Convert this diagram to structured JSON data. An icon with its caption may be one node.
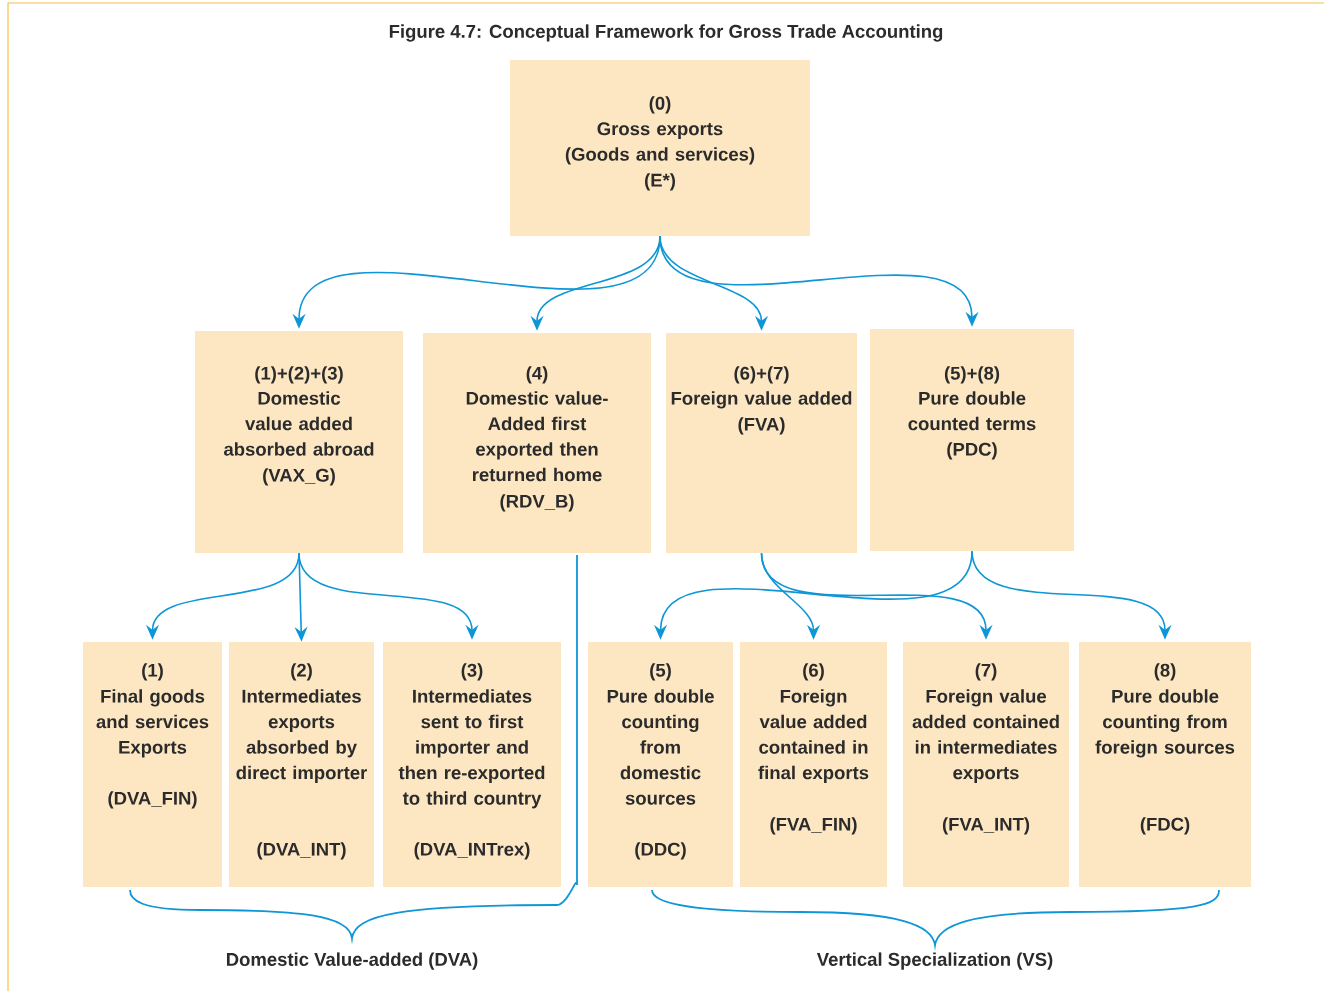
{
  "diagram": {
    "title": "Figure 4.7:  Conceptual Framework for Gross Trade Accounting",
    "nodes": [
      {
        "text": [
          "(0)",
          "Gross exports (Goods and services)",
          "(E*)"
        ]
      },
      {
        "text": [
          "(1)+(2)+(3)",
          "Domestic value added absorbed abroad",
          "(VAX_G)"
        ]
      },
      {
        "text": [
          "(4)",
          "Domestic value-Added first exported then returned home",
          "(RDV_B)"
        ]
      },
      {
        "text": [
          "(6)+(7)",
          "Foreign value added",
          "(FVA)"
        ]
      },
      {
        "text": [
          "(5)+(8)",
          "Pure double counted terms",
          "(PDC)"
        ]
      },
      {
        "text": [
          "(1)",
          "Final goods and services Exports",
          "(DVA_FIN)"
        ]
      },
      {
        "text": [
          "(2)",
          "Intermediates exports absorbed by direct importer",
          "(DVA_INT)"
        ]
      },
      {
        "text": [
          "(3)",
          "Intermediates sent to first importer and then re-exported to third country",
          "(DVA_INTrex)"
        ]
      },
      {
        "text": [
          "(5)",
          "Pure double counting from domestic sources",
          "(DDC)"
        ]
      },
      {
        "text": [
          "(6)",
          "Foreign value added contained in final exports",
          "(FVA_FIN)"
        ]
      },
      {
        "text": [
          "(7)",
          "Foreign value added contained in intermediates exports",
          "(FVA_INT)"
        ]
      },
      {
        "text": [
          "(8)",
          "Pure double counting from foreign sources",
          "(FDC)"
        ]
      }
    ],
    "edges": [
      {
        "from": 0,
        "to": 1,
        "arrow": "to"
      },
      {
        "from": 0,
        "to": 2,
        "arrow": "to"
      },
      {
        "from": 0,
        "to": 3,
        "arrow": "to"
      },
      {
        "from": 0,
        "to": 4,
        "arrow": "to"
      },
      {
        "from": 1,
        "to": 5,
        "arrow": "to"
      },
      {
        "from": 1,
        "to": 6,
        "arrow": "to"
      },
      {
        "from": 1,
        "to": 7,
        "arrow": "to"
      },
      {
        "from": 3,
        "to": 9,
        "arrow": "to"
      },
      {
        "from": 3,
        "to": 10,
        "arrow": "to"
      },
      {
        "from": 4,
        "to": 8,
        "arrow": "to"
      },
      {
        "from": 4,
        "to": 11,
        "arrow": "to"
      }
    ],
    "labels": [
      "Domestic Value-added (DVA)",
      "Vertical Specialization (VS)"
    ]
  }
}
